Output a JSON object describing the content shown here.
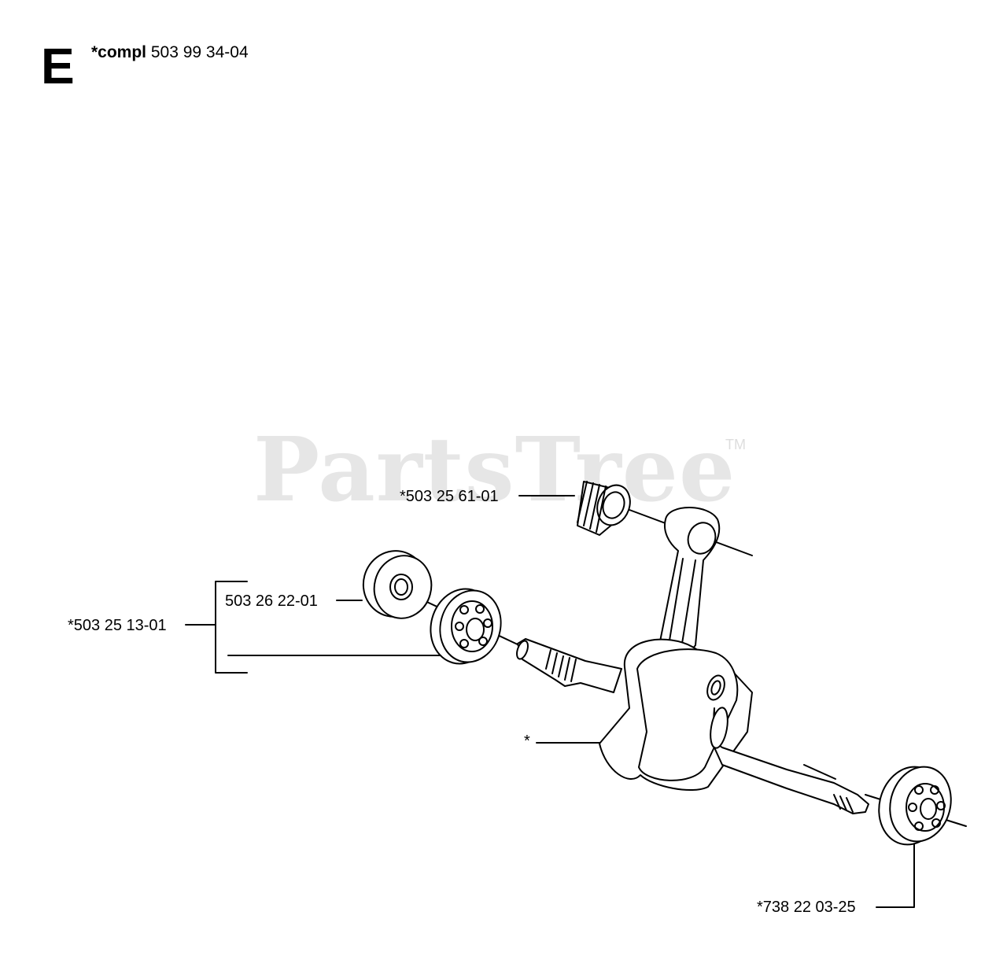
{
  "header": {
    "section_letter": "E",
    "compl_label": "*compl",
    "compl_part_number": "503 99 34-04"
  },
  "watermark": {
    "text": "PartsTree",
    "trademark": "TM",
    "color": "#c8c8c8"
  },
  "callouts": {
    "needle_bearing": "*503 25 61-01",
    "bearing_set": "*503 25 13-01",
    "seal": "503 26 22-01",
    "crankshaft": "*",
    "right_bearing": "*738 22 03-25"
  },
  "colors": {
    "line": "#000000",
    "background": "#ffffff"
  }
}
